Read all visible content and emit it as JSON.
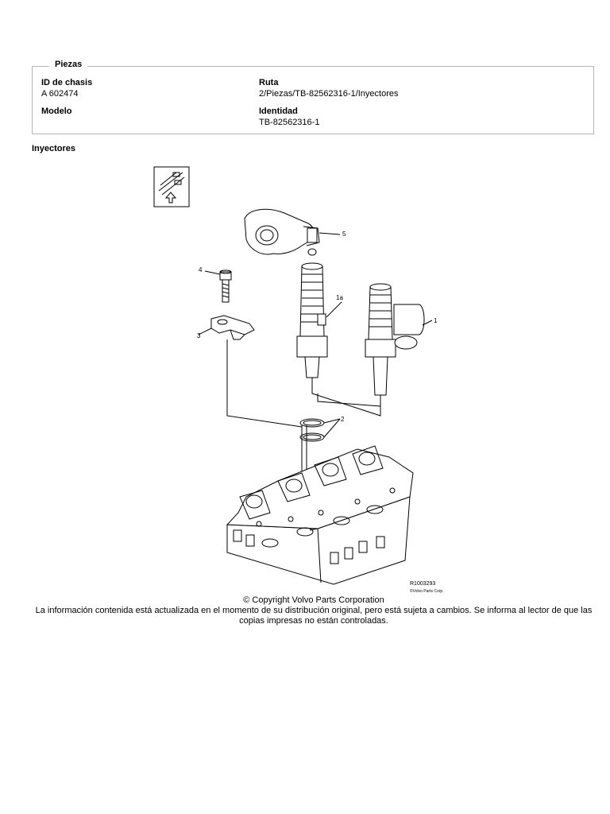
{
  "parts_box": {
    "legend": "Piezas",
    "chassis_label": "ID de chasis",
    "chassis_value": "A 602474",
    "route_label": "Ruta",
    "route_value": "2/Piezas/TB-82562316-1/Inyectores",
    "model_label": "Modelo",
    "identity_label": "Identidad",
    "identity_value": "TB-82562316-1"
  },
  "section_title": "Inyectores",
  "figure": {
    "callouts": {
      "c1": "1",
      "c1a": "1a",
      "c2": "2",
      "c3": "3",
      "c4": "4",
      "c5": "5"
    },
    "reference": "R1003293",
    "figure_copyright": "©Volvo Parts Corp."
  },
  "footer": {
    "copyright": "© Copyright Volvo Parts Corporation",
    "notice": "La información contenida está actualizada en el momento de su distribución original, pero está sujeta a cambios. Se informa al lector de que las copias impresas no están controladas."
  }
}
